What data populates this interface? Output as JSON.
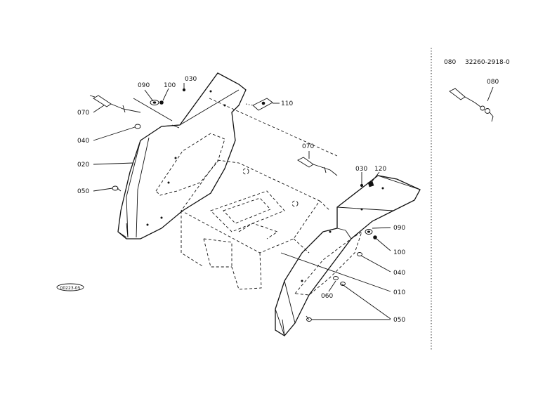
{
  "callouts": {
    "c030_left": "030",
    "c090_left": "090",
    "c100_left": "100",
    "c070_left": "070",
    "c040_left": "040",
    "c020": "020",
    "c050_left": "050",
    "c110": "110",
    "c070_right": "070",
    "c030_right": "030",
    "c120": "120",
    "c090_right": "090",
    "c100_right": "100",
    "c040_right": "040",
    "c010": "010",
    "c060": "060",
    "c050_right": "050"
  },
  "inset": {
    "ref_code": "080",
    "part_number": "32260-2918-0",
    "callout": "080"
  },
  "stamp": "00223-05"
}
